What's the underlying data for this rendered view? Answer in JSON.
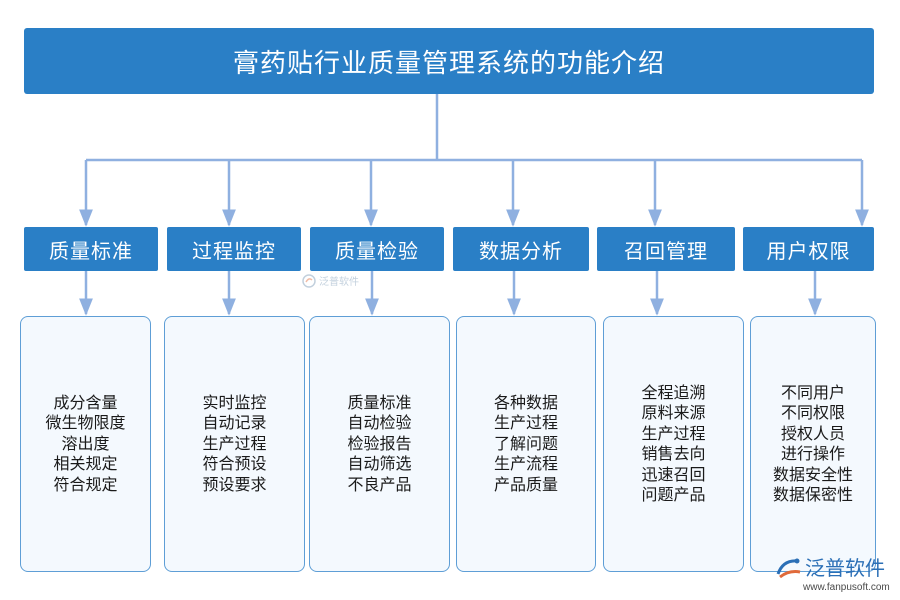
{
  "title": "膏药贴行业质量管理系统的功能介绍",
  "colors": {
    "primary": "#2a7fc6",
    "connector": "#8fb0e0",
    "card_border": "#5e9ed6",
    "card_bg": "#f4f9fe"
  },
  "categories": [
    {
      "label": "质量标准",
      "items": [
        "成分含量",
        "微生物限度",
        "溶出度",
        "相关规定",
        "符合规定"
      ]
    },
    {
      "label": "过程监控",
      "items": [
        "实时监控",
        "自动记录",
        "生产过程",
        "符合预设",
        "预设要求"
      ]
    },
    {
      "label": "质量检验",
      "items": [
        "质量标准",
        "自动检验",
        "检验报告",
        "自动筛选",
        "不良产品"
      ]
    },
    {
      "label": "数据分析",
      "items": [
        "各种数据",
        "生产过程",
        "了解问题",
        "生产流程",
        "产品质量"
      ]
    },
    {
      "label": "召回管理",
      "items": [
        "全程追溯",
        "原料来源",
        "生产过程",
        "销售去向",
        "迅速召回",
        "问题产品"
      ]
    },
    {
      "label": "用户权限",
      "items": [
        "不同用户",
        "不同权限",
        "授权人员",
        "进行操作",
        "数据安全性",
        "数据保密性"
      ]
    }
  ],
  "watermark": {
    "mid_text": "泛普软件",
    "brand_name": "泛普软件",
    "brand_url": "www.fanpusoft.com"
  }
}
